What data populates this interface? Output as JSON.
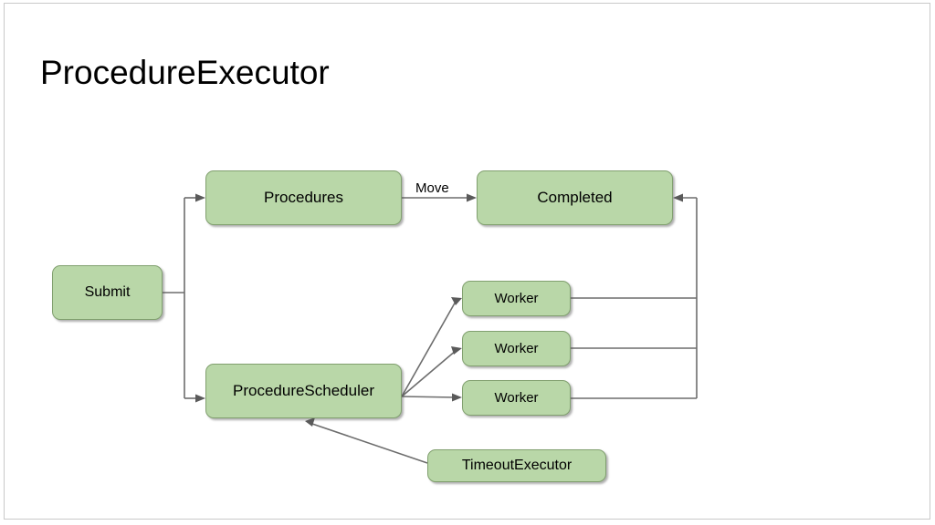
{
  "slide": {
    "title": "ProcedureExecutor",
    "background_color": "#ffffff",
    "frame_color": "#c9c9c9"
  },
  "theme": {
    "node_fill": "#b9d7a8",
    "node_border": "#81a06f",
    "connector_color": "#6d6d6d",
    "text_color": "#000000"
  },
  "diagram": {
    "type": "flow-diagram",
    "nodes": [
      {
        "id": "submit",
        "label": "Submit"
      },
      {
        "id": "procedures",
        "label": "Procedures"
      },
      {
        "id": "completed",
        "label": "Completed"
      },
      {
        "id": "scheduler",
        "label": "ProcedureScheduler"
      },
      {
        "id": "worker1",
        "label": "Worker"
      },
      {
        "id": "worker2",
        "label": "Worker"
      },
      {
        "id": "worker3",
        "label": "Worker"
      },
      {
        "id": "timeout",
        "label": "TimeoutExecutor"
      }
    ],
    "edges": [
      {
        "from": "submit",
        "to": "procedures",
        "label": ""
      },
      {
        "from": "submit",
        "to": "scheduler",
        "label": ""
      },
      {
        "from": "procedures",
        "to": "completed",
        "label": "Move"
      },
      {
        "from": "scheduler",
        "to": "worker1",
        "label": ""
      },
      {
        "from": "scheduler",
        "to": "worker2",
        "label": ""
      },
      {
        "from": "scheduler",
        "to": "worker3",
        "label": ""
      },
      {
        "from": "worker1",
        "to": "completed",
        "label": ""
      },
      {
        "from": "worker2",
        "to": "completed",
        "label": ""
      },
      {
        "from": "worker3",
        "to": "completed",
        "label": ""
      },
      {
        "from": "timeout",
        "to": "scheduler",
        "label": ""
      }
    ],
    "labels": {
      "move": "Move"
    }
  }
}
